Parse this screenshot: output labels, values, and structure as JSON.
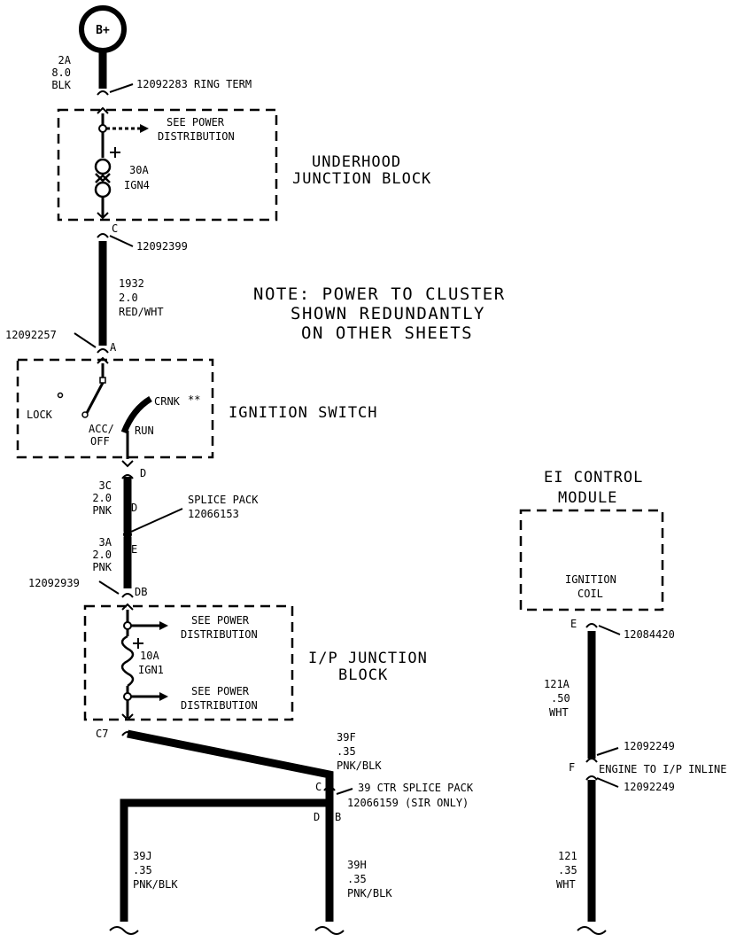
{
  "source": {
    "label": "B+"
  },
  "top_wire": {
    "circuit": "2A",
    "gauge": "8.0",
    "color": "BLK",
    "terminal": "12092283 RING TERM"
  },
  "underhood_block": {
    "title_line1": "UNDERHOOD",
    "title_line2": "JUNCTION BLOCK",
    "see_power_line1": "SEE POWER",
    "see_power_line2": "DISTRIBUTION",
    "fuse_rating": "30A",
    "fuse_name": "IGN4",
    "bottom_pin": "C",
    "bottom_connector": "12092399"
  },
  "wire_1932": {
    "circuit": "1932",
    "gauge": "2.0",
    "color": "RED/WHT"
  },
  "note": {
    "line1": "NOTE: POWER TO CLUSTER",
    "line2": "SHOWN REDUNDANTLY",
    "line3": "ON OTHER SHEETS"
  },
  "ignition_switch": {
    "title": "IGNITION SWITCH",
    "top_connector": "12092257",
    "top_pin": "A",
    "lock_label": "LOCK",
    "acc_label_line1": "ACC/",
    "acc_label_line2": "OFF",
    "run_label": "RUN",
    "crank_label": "CRNK",
    "bottom_pin": "D"
  },
  "wire_3c": {
    "circuit": "3C",
    "gauge": "2.0",
    "color": "PNK"
  },
  "splice_pack": {
    "line1": "SPLICE PACK",
    "line2": "12066153",
    "pin_d": "D",
    "pin_e": "E"
  },
  "wire_3a": {
    "circuit": "3A",
    "gauge": "2.0",
    "color": "PNK",
    "connector": "12092939",
    "pin": "DB"
  },
  "ip_block": {
    "title_line1": "I/P JUNCTION",
    "title_line2": "BLOCK",
    "see_power1_line1": "SEE POWER",
    "see_power1_line2": "DISTRIBUTION",
    "fuse_rating": "10A",
    "fuse_name": "IGN1",
    "see_power2_line1": "SEE POWER",
    "see_power2_line2": "DISTRIBUTION",
    "bottom_pin": "C7"
  },
  "wire_39f": {
    "circuit": "39F",
    "gauge": ".35",
    "color": "PNK/BLK"
  },
  "ctr_splice": {
    "pin_c": "C",
    "pin_d": "D",
    "pin_b": "B",
    "line1": "39 CTR SPLICE PACK",
    "line2": "12066159 (SIR ONLY)"
  },
  "wire_39j": {
    "circuit": "39J",
    "gauge": ".35",
    "color": "PNK/BLK"
  },
  "wire_39h": {
    "circuit": "39H",
    "gauge": ".35",
    "color": "PNK/BLK"
  },
  "ei_module": {
    "title_line1": "EI CONTROL",
    "title_line2": "MODULE",
    "coil_line1": "IGNITION",
    "coil_line2": "COIL",
    "pin": "E",
    "connector": "12084420"
  },
  "wire_121a": {
    "circuit": "121A",
    "gauge": ".50",
    "color": "WHT"
  },
  "inline": {
    "pin": "F",
    "connector_top": "12092249",
    "label": "ENGINE TO I/P INLINE",
    "connector_bottom": "12092249"
  },
  "wire_121": {
    "circuit": "121",
    "gauge": ".35",
    "color": "WHT"
  }
}
